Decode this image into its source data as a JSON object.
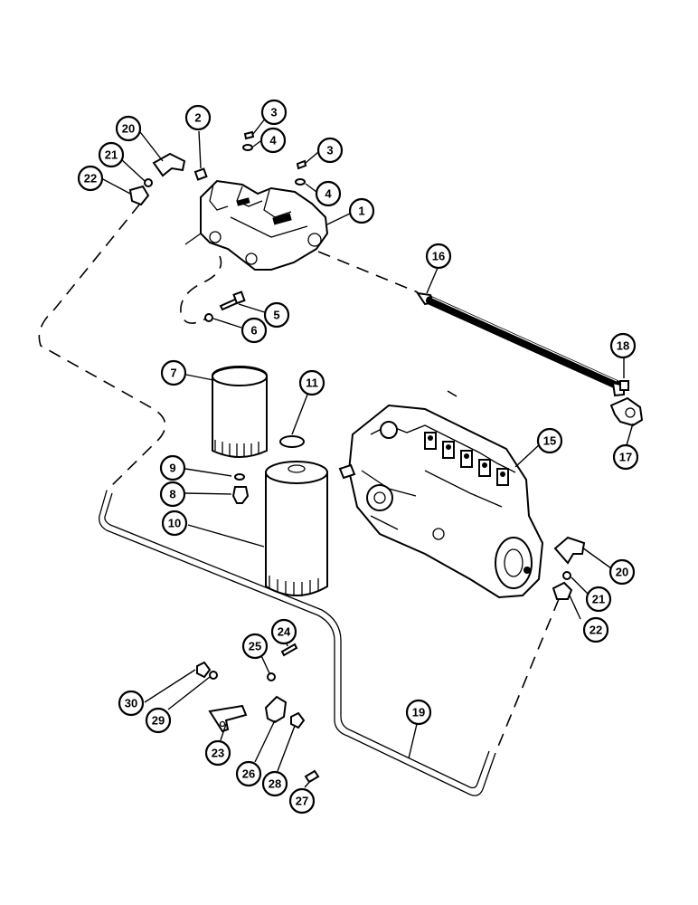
{
  "callouts": [
    {
      "id": "c1",
      "label": "1"
    },
    {
      "id": "c2",
      "label": "2"
    },
    {
      "id": "c3a",
      "label": "3"
    },
    {
      "id": "c4a",
      "label": "4"
    },
    {
      "id": "c3b",
      "label": "3"
    },
    {
      "id": "c4b",
      "label": "4"
    },
    {
      "id": "c5",
      "label": "5"
    },
    {
      "id": "c6",
      "label": "6"
    },
    {
      "id": "c7",
      "label": "7"
    },
    {
      "id": "c8",
      "label": "8"
    },
    {
      "id": "c9",
      "label": "9"
    },
    {
      "id": "c10",
      "label": "10"
    },
    {
      "id": "c11",
      "label": "11"
    },
    {
      "id": "c15",
      "label": "15"
    },
    {
      "id": "c16",
      "label": "16"
    },
    {
      "id": "c17",
      "label": "17"
    },
    {
      "id": "c18",
      "label": "18"
    },
    {
      "id": "c19",
      "label": "19"
    },
    {
      "id": "c20a",
      "label": "20"
    },
    {
      "id": "c20b",
      "label": "20"
    },
    {
      "id": "c21a",
      "label": "21"
    },
    {
      "id": "c21b",
      "label": "21"
    },
    {
      "id": "c22a",
      "label": "22"
    },
    {
      "id": "c22b",
      "label": "22"
    },
    {
      "id": "c23",
      "label": "23"
    },
    {
      "id": "c24",
      "label": "24"
    },
    {
      "id": "c25",
      "label": "25"
    },
    {
      "id": "c26",
      "label": "26"
    },
    {
      "id": "c27",
      "label": "27"
    },
    {
      "id": "c28",
      "label": "28"
    },
    {
      "id": "c29",
      "label": "29"
    },
    {
      "id": "c30",
      "label": "30"
    }
  ]
}
